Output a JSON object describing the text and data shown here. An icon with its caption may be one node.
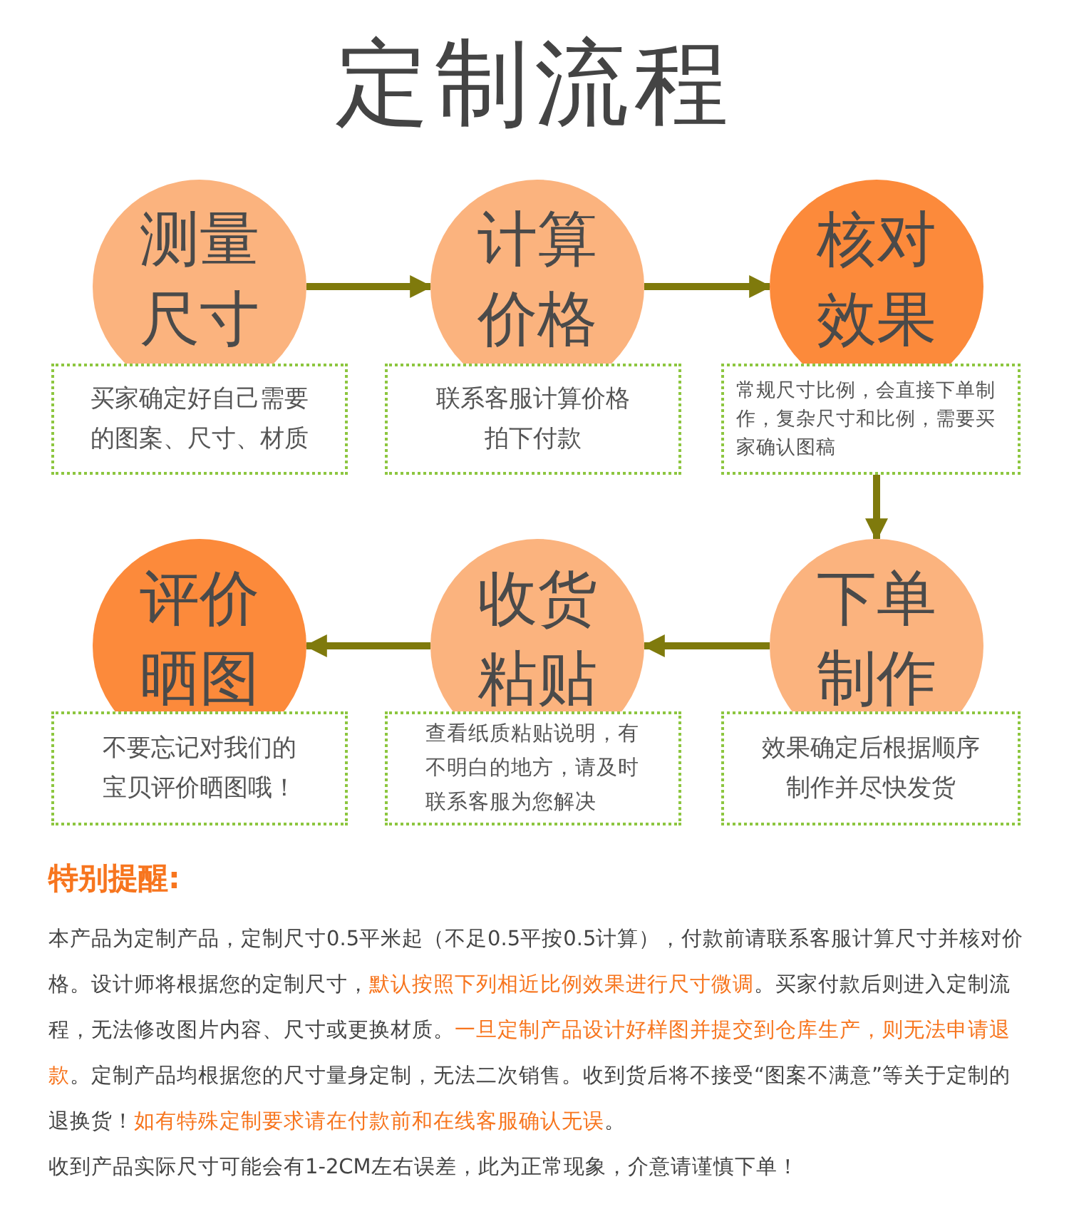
{
  "diagram": {
    "title": "定制流程",
    "nodes": [
      {
        "text": [
          "测量尺寸"
        ]
      },
      {
        "text": [
          "买家确定好自己需要的图案、尺寸、材质"
        ]
      },
      {
        "text": [
          "计算价格"
        ]
      },
      {
        "text": [
          "联系客服计算价格拍下付款"
        ]
      },
      {
        "text": [
          "核对效果"
        ]
      },
      {
        "text": [
          "常规尺寸比例，会直接下单制作，复杂尺寸和比例，需要买家确认图稿"
        ]
      },
      {
        "text": [
          "评价晒图"
        ]
      },
      {
        "text": [
          "不要忘记对我们的宝贝评价晒图哦！"
        ]
      },
      {
        "text": [
          "收货粘贴"
        ]
      },
      {
        "text": [
          "查看纸质粘贴说明，有不明白的地方，请及时联系客服为您解决"
        ]
      },
      {
        "text": [
          "下单制作"
        ]
      },
      {
        "text": [
          "效果确定后根据顺序制作并尽快发货"
        ]
      }
    ],
    "edges": [
      {
        "from": 0,
        "to": 2,
        "arrow": "to"
      },
      {
        "from": 2,
        "to": 4,
        "arrow": "to"
      },
      {
        "from": 5,
        "to": 10,
        "arrow": "to"
      },
      {
        "from": 10,
        "to": 8,
        "arrow": "to"
      },
      {
        "from": 8,
        "to": 6,
        "arrow": "to"
      }
    ],
    "labels": [
      "特别提醒:",
      "本产品为定制产品，定制尺寸0.5平米起（不足0.5平按0.5计算），付款前请联系客服计算尺寸并核对价格。设计师将根据您的定制尺寸，**默认按照下列相近比例效果进行尺寸微调**。买家付款后则进入定制流程，无法修改图片内容、尺寸或更换材质。**一旦定制产品设计好样图并提交到仓库生产，则无法申请退款**。定制产品均根据您的尺寸量身定制，无法二次销售。收到货后将不接受“图案不满意”等关于定制的退换货！**如有特殊定制要求请在付款前和在线客服确认无误**。",
      "收到产品实际尺寸可能会有1-2CM左右误差，此为正常现象，介意请谨慎下单！"
    ]
  }
}
